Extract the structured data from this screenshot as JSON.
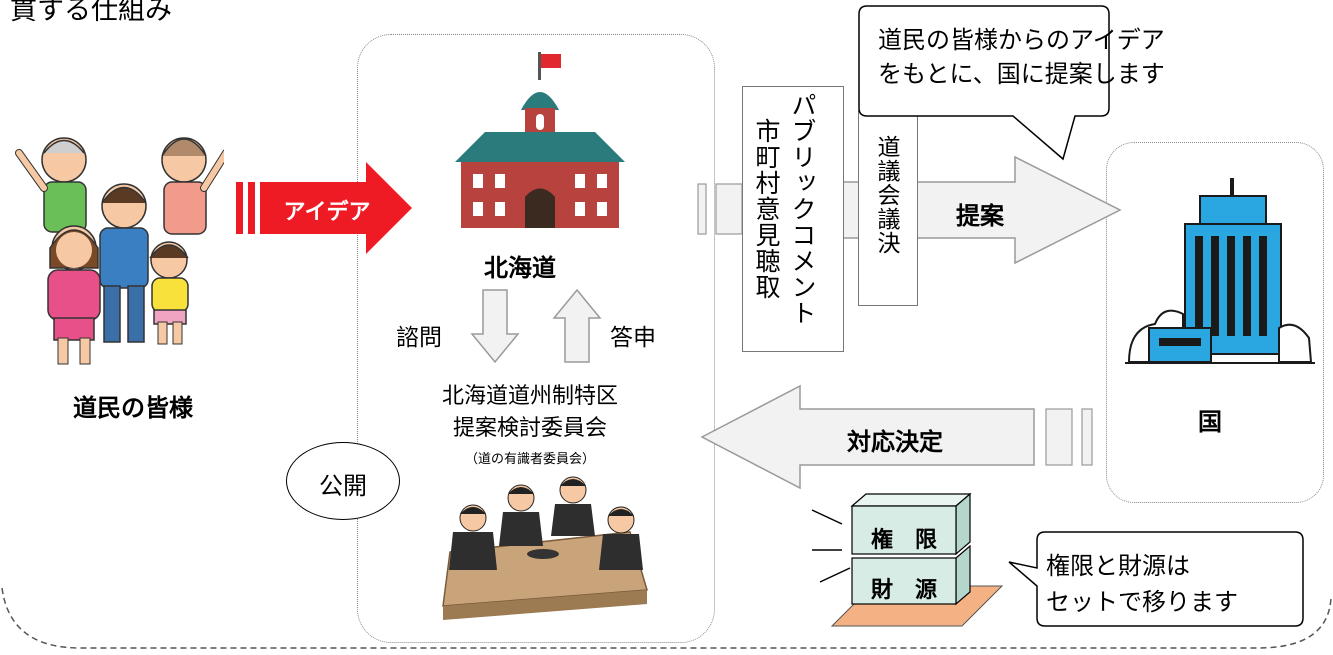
{
  "heading_partial": "貫する仕組み",
  "citizens": {
    "label": "道民の皆様"
  },
  "idea_arrow": {
    "label": "アイデア"
  },
  "hokkaido": {
    "label": "北海道"
  },
  "inquiry": {
    "label": "諮問"
  },
  "report": {
    "label": "答申"
  },
  "committee": {
    "line1": "北海道道州制特区",
    "line2": "提案検討委員会",
    "sub": "（道の有識者委員会）"
  },
  "public_bubble": {
    "label": "公開"
  },
  "public_comment": {
    "line1": "パブリックコメント",
    "line2": "市町村意見聴取"
  },
  "assembly": {
    "label": "道議会議決"
  },
  "proposal_arrow": {
    "label": "提案"
  },
  "speech_top": {
    "line1": "道民の皆様からのアイデア",
    "line2": "をもとに、国に提案します"
  },
  "country": {
    "label": "国"
  },
  "decision_arrow": {
    "label": "対応決定"
  },
  "blocks": {
    "authority": "権　限",
    "finance": "財　源"
  },
  "speech_bottom": {
    "line1": "権限と財源は",
    "line2": "セットで移ります"
  },
  "colors": {
    "idea_arrow": "#ee1b24",
    "gray_arrow": "#f2f2f2",
    "arrow_stroke": "#9a9a9a",
    "block_fill": "#d8ece6",
    "base_fill": "#f4b183"
  }
}
